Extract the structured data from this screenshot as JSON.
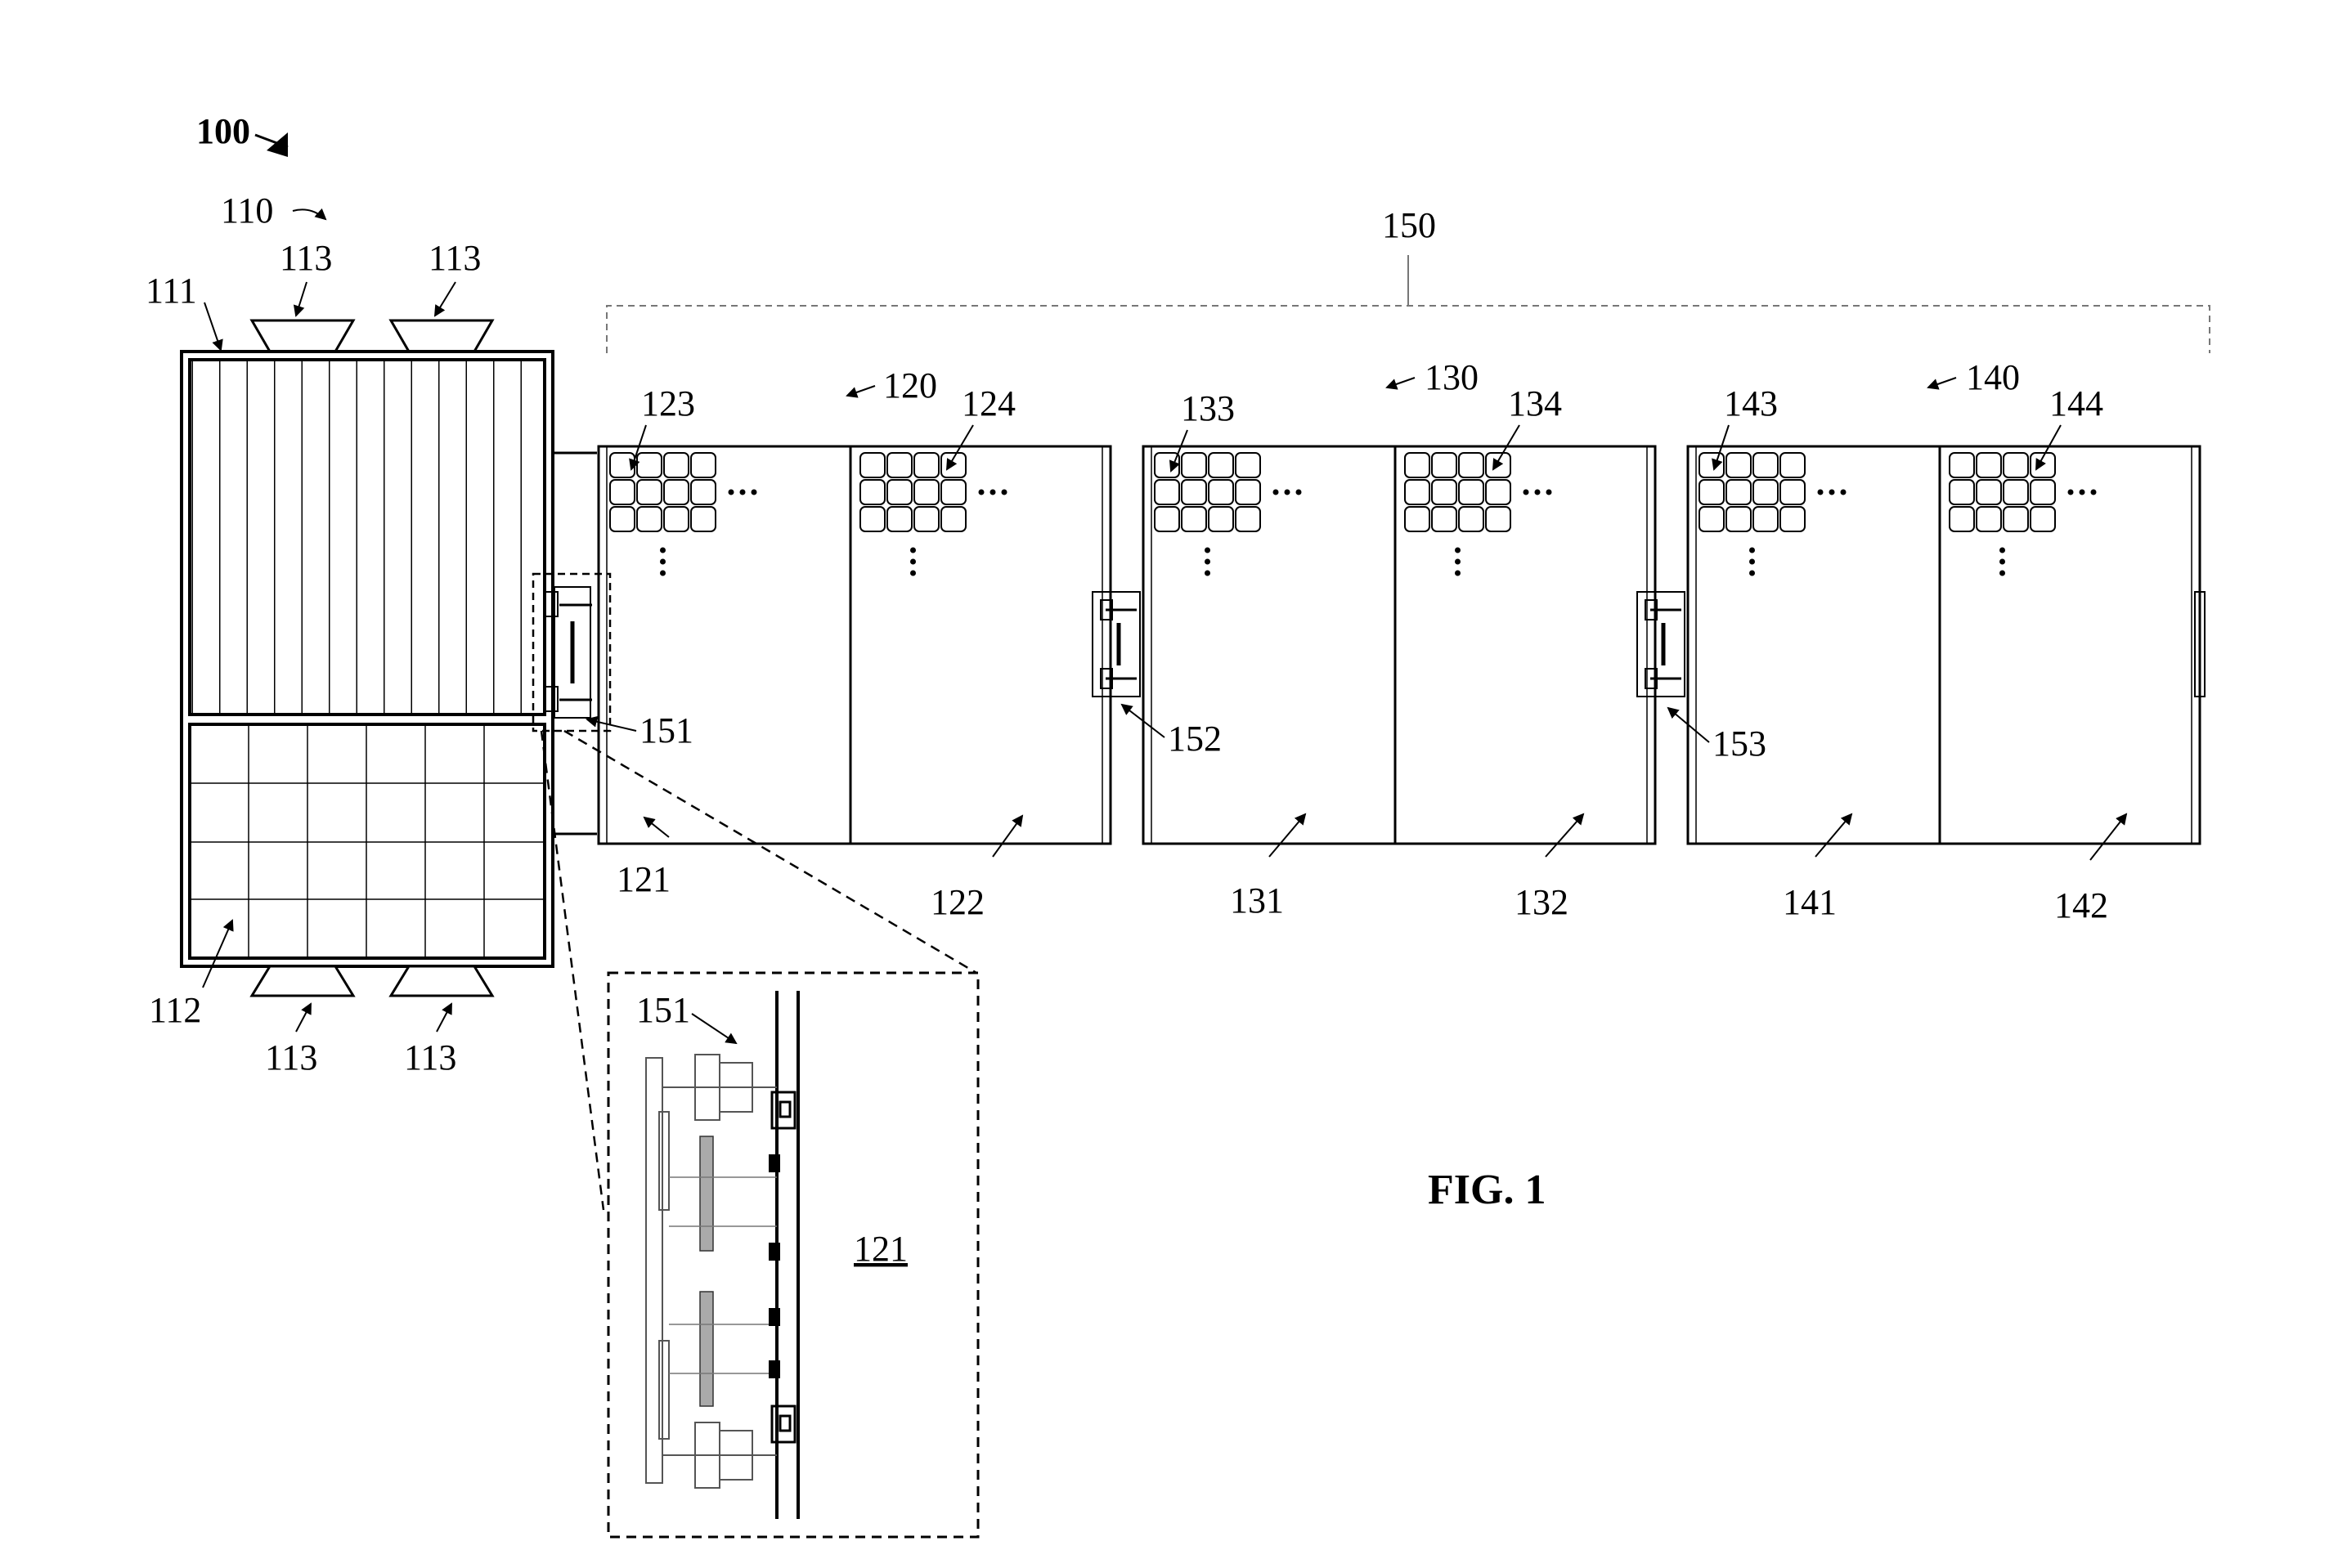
{
  "figure": {
    "title": "FIG. 1",
    "system_ref": "100",
    "vehicle_ref": "110",
    "body_ref": "111",
    "panel_ref": "112",
    "thruster_ref": "113",
    "array_ref": "150",
    "wing_refs": [
      "120",
      "130",
      "140"
    ],
    "cell_refs": [
      "123",
      "124",
      "133",
      "134",
      "143",
      "144"
    ],
    "panel_refs": [
      "121",
      "122",
      "131",
      "132",
      "141",
      "142"
    ],
    "hinge_refs": [
      "151",
      "152",
      "153"
    ],
    "inset": {
      "hinge_ref": "151",
      "panel_ref": "121"
    }
  }
}
